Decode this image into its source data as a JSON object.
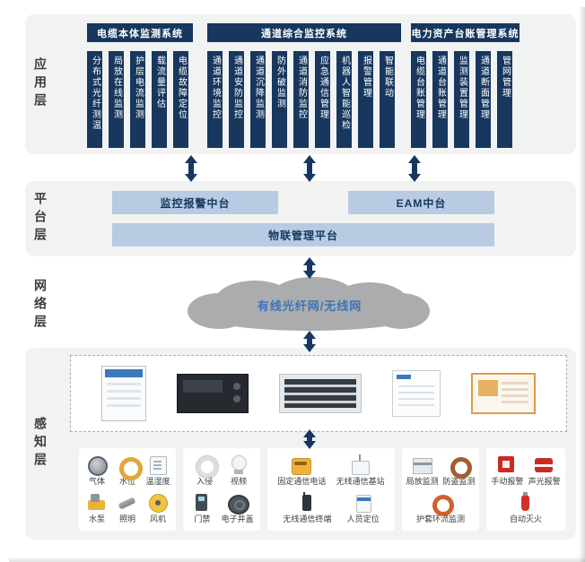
{
  "colors": {
    "navy": "#17375e",
    "light_blue": "#b9cbe2",
    "layer_box_gray": "#f1f2f2",
    "cloud_gray": "#aaacae",
    "cloud_text_blue": "#3e74b8"
  },
  "app_layer": {
    "label": "应用层",
    "groups": [
      {
        "title": "电缆本体监测系统",
        "columns": [
          "分布式光纤测温",
          "局放在线监测",
          "护层电流监测",
          "载流量评估",
          "电缆故障定位"
        ]
      },
      {
        "title": "通道综合监控系统",
        "columns": [
          "通道环境监控",
          "通道安防监控",
          "通道沉降监测",
          "防外破监测",
          "通道消防监控",
          "应急通信管理",
          "机器人智能巡检",
          "报警管理",
          "智能联动"
        ]
      },
      {
        "title": "电力资产台账管理系统",
        "columns": [
          "电缆台账管理",
          "通道台账管理",
          "监测装置管理",
          "通道断面管理",
          "管网管理"
        ]
      }
    ]
  },
  "platform_layer": {
    "label": "平台层",
    "modules": [
      "监控报警中台",
      "EAM中台",
      "物联管理平台"
    ]
  },
  "network_layer": {
    "label": "网络层",
    "cloud_text": "有线光纤网/无线网"
  },
  "perception_layer": {
    "label": "感知层",
    "device_images": [
      "monitoring-cabinet",
      "dvr-recorder",
      "rack-server",
      "control-box",
      "terminal-box"
    ],
    "sensor_cards": [
      {
        "rows": [
          [
            {
              "icon": "gas-sensor-icon",
              "label": "气体"
            },
            {
              "icon": "water-level-sensor-icon",
              "label": "水位"
            },
            {
              "icon": "temperature-humidity-sensor-icon",
              "label": "温湿度"
            }
          ],
          [
            {
              "icon": "water-pump-icon",
              "label": "水泵"
            },
            {
              "icon": "lighting-icon",
              "label": "照明"
            },
            {
              "icon": "fan-icon",
              "label": "风机"
            }
          ]
        ]
      },
      {
        "rows": [
          [
            {
              "icon": "intrusion-sensor-icon",
              "label": "入侵"
            },
            {
              "icon": "video-camera-icon",
              "label": "视频"
            }
          ],
          [
            {
              "icon": "access-control-icon",
              "label": "门禁"
            },
            {
              "icon": "smart-manhole-cover-icon",
              "label": "电子井盖"
            }
          ]
        ]
      },
      {
        "rows": [
          [
            {
              "icon": "fixed-telephone-icon",
              "label": "固定通信电话"
            },
            {
              "icon": "wireless-base-station-icon",
              "label": "无线通信基站"
            }
          ],
          [
            {
              "icon": "wireless-terminal-icon",
              "label": "无线通信终端"
            },
            {
              "icon": "personnel-positioning-icon",
              "label": "人员定位"
            }
          ]
        ]
      },
      {
        "rows": [
          [
            {
              "icon": "partial-discharge-monitor-icon",
              "label": "局放监测"
            },
            {
              "icon": "anti-theft-monitor-icon",
              "label": "防盗监测"
            }
          ],
          [
            {
              "icon": "sheath-loop-current-monitor-icon",
              "label": "护套环流监测"
            }
          ]
        ]
      },
      {
        "rows": [
          [
            {
              "icon": "manual-alarm-icon",
              "label": "手动报警"
            },
            {
              "icon": "sound-light-alarm-icon",
              "label": "声光报警"
            }
          ],
          [
            {
              "icon": "auto-fire-suppression-icon",
              "label": "自动灭火"
            }
          ]
        ]
      }
    ]
  }
}
